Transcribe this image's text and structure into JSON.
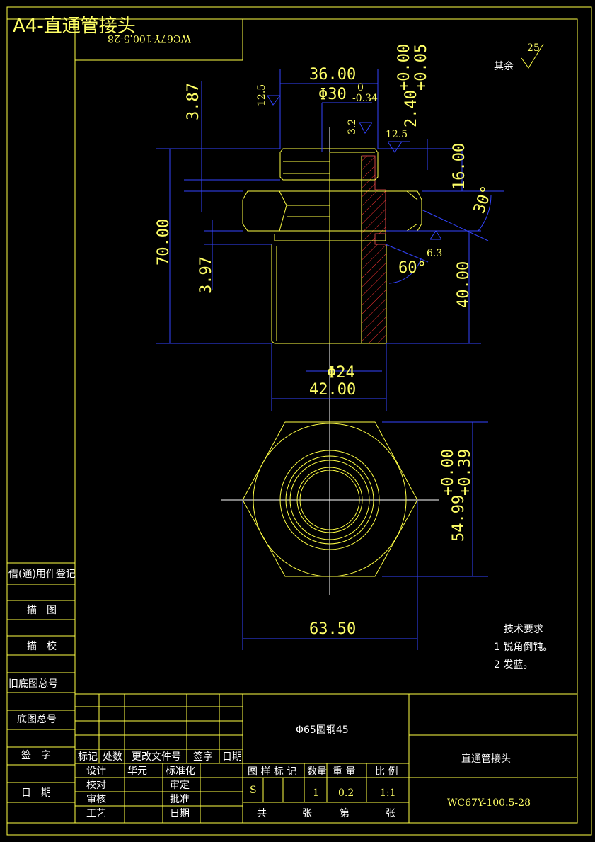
{
  "sheet": {
    "title": "A4-直通管接头",
    "mirrored_code": "WC67Y-100.5-28"
  },
  "roughness": {
    "general_label": "其余",
    "general_value": "25",
    "r1": "12.5",
    "r2": "3.2",
    "r3": "12.5",
    "r4": "6.3"
  },
  "dimensions": {
    "d36": "36.00",
    "dia30": "Φ30",
    "dia30_tol_upper": "0",
    "dia30_tol_lower": "-0.34",
    "d387": "3.87",
    "d240": "2.40",
    "d240_tol_upper": "+0.00",
    "d240_tol_lower": "+0.05",
    "d1600": "16.00",
    "d30deg": "30°",
    "d70": "70.00",
    "d397": "3.97",
    "d60deg": "60°",
    "d40": "40.00",
    "dia24": "Φ24",
    "d42": "42.00",
    "d5499": "54.99",
    "d5499_tol_upper": "+0.00",
    "d5499_tol_lower": "+0.39",
    "d6350": "63.50"
  },
  "tech_requirements": {
    "heading": "技术要求",
    "items": [
      "1 锐角倒钝。",
      "2 发蓝。"
    ]
  },
  "left_column": {
    "labels": [
      "借(通)用件登记",
      "描　图",
      "描　校",
      "旧底图总号",
      "底图总号",
      "签　字",
      "日　期"
    ]
  },
  "title_block": {
    "material": "Φ65圆钢45",
    "part_name": "直通管接头",
    "drawing_code": "WC67Y-100.5-28",
    "rev_headers": [
      "标记",
      "处数",
      "更改文件号",
      "签字",
      "日期"
    ],
    "sign_rows": [
      [
        "设计",
        "华元",
        "标准化"
      ],
      [
        "校对",
        "",
        "审定"
      ],
      [
        "审核",
        "",
        "批准"
      ],
      [
        "工艺",
        "",
        "日期"
      ]
    ],
    "table_headers": [
      "图 样 标 记",
      "数量",
      "重 量",
      "比 例"
    ],
    "stage_mark": "S",
    "quantity": "1",
    "weight": "0.2",
    "scale": "1:1",
    "sheet_labels": [
      "共",
      "张",
      "第",
      "张"
    ]
  }
}
